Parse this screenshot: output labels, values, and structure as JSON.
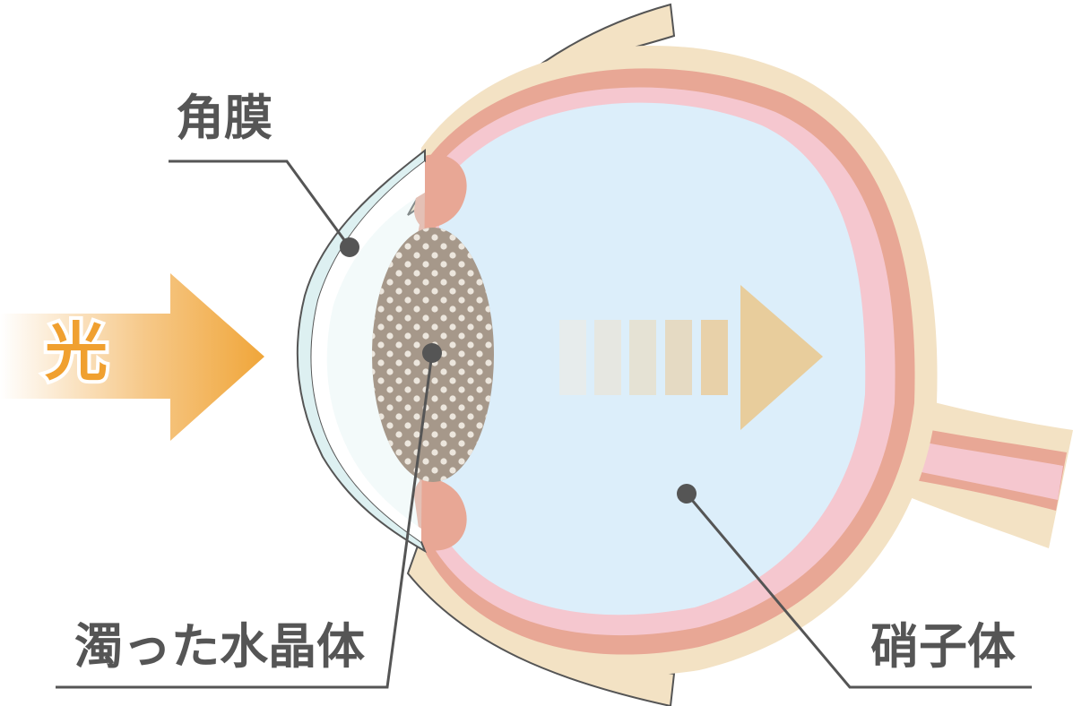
{
  "labels": {
    "cornea": "角膜",
    "cloudy_lens": "濁った水晶体",
    "vitreous": "硝子体",
    "light": "光"
  },
  "colors": {
    "sclera": "#f3e2c4",
    "choroid": "#e8a795",
    "retina": "#f5c7cf",
    "vitreous": "#dceefa",
    "cornea": "#ddf0f1",
    "lens": "#a6988a",
    "lens_dots": "#ece6dd",
    "light_arrow": "#f0a63a",
    "leader_line": "#555555"
  },
  "icons": {
    "light_arrow": "right-arrow-icon",
    "faded_light_arrow": "faded-right-arrow-icon"
  }
}
